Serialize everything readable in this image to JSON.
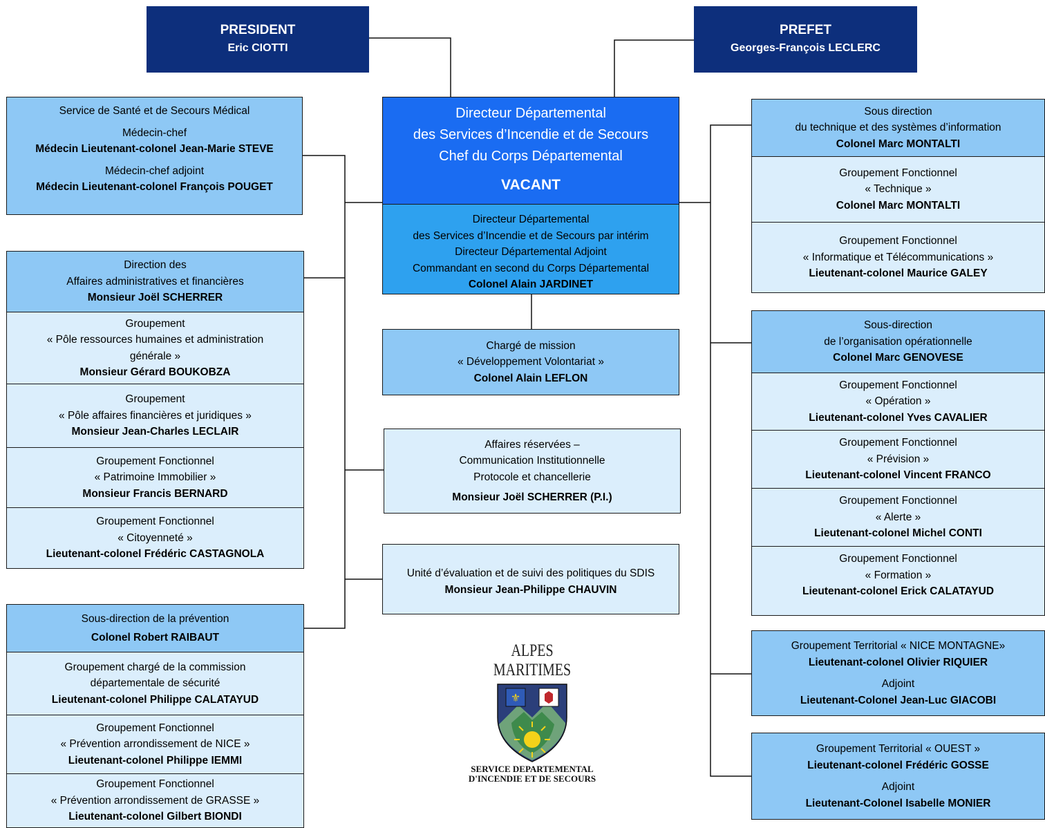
{
  "president": {
    "title": "PRESIDENT",
    "name": "Eric CIOTTI"
  },
  "prefet": {
    "title": "PREFET",
    "name": "Georges-François LECLERC"
  },
  "director": {
    "title_l1": "Directeur Départemental",
    "title_l2": "des Services d’Incendie et de Secours",
    "title_l3": "Chef du Corps Départemental",
    "status": "VACANT",
    "interim_l1": "Directeur Départemental",
    "interim_l2": "des Services d’Incendie et de Secours par intérim",
    "interim_l3": "Directeur Départemental Adjoint",
    "interim_l4": "Commandant en second du Corps Départemental",
    "interim_name": "Colonel Alain JARDINET"
  },
  "left": {
    "sante": {
      "title": "Service de Santé et de Secours Médical",
      "role1": "Médecin-chef",
      "name1": "Médecin Lieutenant-colonel  Jean-Marie STEVE",
      "role2": "Médecin-chef adjoint",
      "name2": "Médecin Lieutenant-colonel  François POUGET"
    },
    "daaf": {
      "l1": "Direction  des",
      "l2": "Affaires administratives et financières",
      "name": "Monsieur Joël SCHERRER",
      "groups": [
        {
          "l1": "Groupement",
          "l2": "« Pôle ressources humaines et administration",
          "l3": "générale »",
          "name": "Monsieur Gérard BOUKOBZA"
        },
        {
          "l1": "Groupement",
          "l2": "« Pôle affaires financières et juridiques »",
          "name": "Monsieur Jean-Charles LECLAIR"
        },
        {
          "l1": "Groupement Fonctionnel",
          "l2": "« Patrimoine  Immobilier »",
          "name": "Monsieur Francis BERNARD"
        },
        {
          "l1": "Groupement Fonctionnel",
          "l2": "« Citoyenneté »",
          "name": "Lieutenant-colonel Frédéric CASTAGNOLA"
        }
      ]
    },
    "prevention": {
      "title": "Sous-direction de la prévention",
      "name": "Colonel Robert  RAIBAUT",
      "groups": [
        {
          "l1": "Groupement chargé de la commission",
          "l2": "départementale de sécurité",
          "name": "Lieutenant-colonel Philippe CALATAYUD"
        },
        {
          "l1": "Groupement Fonctionnel",
          "l2": "« Prévention arrondissement de NICE »",
          "name": "Lieutenant-colonel Philippe IEMMI"
        },
        {
          "l1": "Groupement Fonctionnel",
          "l2": "« Prévention arrondissement de GRASSE »",
          "name": "Lieutenant-colonel Gilbert BIONDI"
        }
      ]
    }
  },
  "center": {
    "mission": {
      "l1": "Chargé de mission",
      "l2": "« Développement Volontariat »",
      "name": "Colonel Alain LEFLON"
    },
    "affaires": {
      "l1": "Affaires réservées –",
      "l2": "Communication Institutionnelle",
      "l3": "Protocole et chancellerie",
      "name": "Monsieur Joël SCHERRER (P.I.)"
    },
    "unite": {
      "l1": "Unité d’évaluation et de suivi des politiques du SDIS",
      "name": "Monsieur Jean-Philippe CHAUVIN"
    },
    "logo": {
      "top": "ALPES MARITIMES",
      "bottom1": "SERVICE DEPARTEMENTAL",
      "bottom2": "D'INCENDIE ET DE SECOURS"
    }
  },
  "right": {
    "technique": {
      "l1": "Sous direction",
      "l2": "du technique et des systèmes  d’information",
      "name": "Colonel Marc MONTALTI",
      "groups": [
        {
          "l1": "Groupement Fonctionnel",
          "l2": "« Technique »",
          "name": "Colonel Marc MONTALTI"
        },
        {
          "l1": "Groupement Fonctionnel",
          "l2": "« Informatique et Télécommunications »",
          "name": "Lieutenant-colonel Maurice GALEY"
        }
      ]
    },
    "operation": {
      "l1": "Sous-direction",
      "l2": "de l’organisation opérationnelle",
      "name": "Colonel Marc GENOVESE",
      "groups": [
        {
          "l1": "Groupement Fonctionnel",
          "l2": "« Opération »",
          "name": "Lieutenant-colonel Yves CAVALIER"
        },
        {
          "l1": "Groupement Fonctionnel",
          "l2": "« Prévision »",
          "name": "Lieutenant-colonel Vincent FRANCO"
        },
        {
          "l1": "Groupement Fonctionnel",
          "l2": "« Alerte »",
          "name": "Lieutenant-colonel Michel CONTI"
        },
        {
          "l1": "Groupement Fonctionnel",
          "l2": "« Formation »",
          "name": "Lieutenant-colonel Erick CALATAYUD"
        }
      ]
    },
    "nice": {
      "title": "Groupement Territorial « NICE MONTAGNE»",
      "name": "Lieutenant-colonel Olivier RIQUIER",
      "role": "Adjoint",
      "adjoint": "Lieutenant-Colonel Jean-Luc GIACOBI"
    },
    "ouest": {
      "title": "Groupement Territorial « OUEST »",
      "name": "Lieutenant-colonel Frédéric GOSSE",
      "role": "Adjoint",
      "adjoint": "Lieutenant-Colonel Isabelle MONIER"
    }
  }
}
